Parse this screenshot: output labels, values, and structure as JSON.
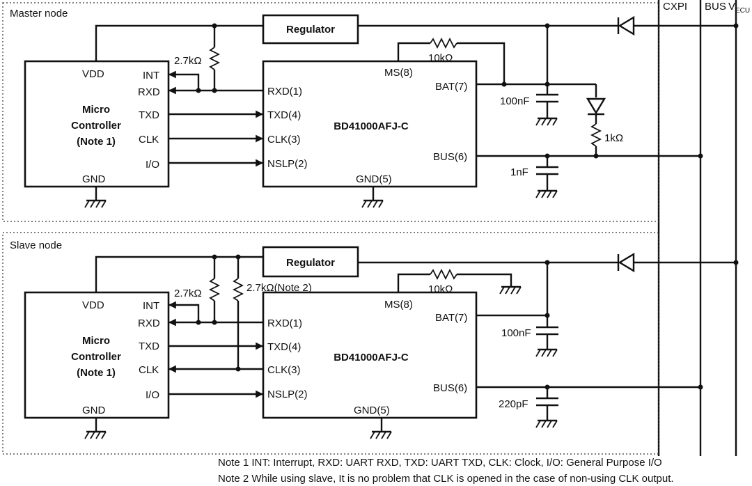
{
  "bus_labels": {
    "cxpi": "CXPI",
    "bus": "BUS",
    "vecu_main": "V",
    "vecu_sub": "ECU"
  },
  "master": {
    "section_label": "Master node",
    "regulator": "Regulator",
    "mcu": {
      "line1": "Micro",
      "line2": "Controller",
      "line3": "(Note 1)",
      "vdd": "VDD",
      "int": "INT",
      "rxd": "RXD",
      "txd": "TXD",
      "clk": "CLK",
      "io": "I/O",
      "gnd": "GND"
    },
    "chip": {
      "name": "BD41000AFJ-C",
      "rxd": "RXD(1)",
      "txd": "TXD(4)",
      "clk": "CLK(3)",
      "nslp": "NSLP(2)",
      "gnd": "GND(5)",
      "ms": "MS(8)",
      "bat": "BAT(7)",
      "bus": "BUS(6)"
    },
    "pullup": "2.7kΩ",
    "ms_res": "10kΩ",
    "bat_cap": "100nF",
    "bus_cap": "1nF",
    "bus_res": "1kΩ"
  },
  "slave": {
    "section_label": "Slave node",
    "regulator": "Regulator",
    "mcu": {
      "line1": "Micro",
      "line2": "Controller",
      "line3": "(Note 1)",
      "vdd": "VDD",
      "int": "INT",
      "rxd": "RXD",
      "txd": "TXD",
      "clk": "CLK",
      "io": "I/O",
      "gnd": "GND"
    },
    "chip": {
      "name": "BD41000AFJ-C",
      "rxd": "RXD(1)",
      "txd": "TXD(4)",
      "clk": "CLK(3)",
      "nslp": "NSLP(2)",
      "gnd": "GND(5)",
      "ms": "MS(8)",
      "bat": "BAT(7)",
      "bus": "BUS(6)"
    },
    "pullup1": "2.7kΩ",
    "pullup2": "2.7kΩ(Note 2)",
    "ms_res": "10kΩ",
    "bat_cap": "100nF",
    "bus_cap": "220pF"
  },
  "notes": {
    "note1": "Note 1 INT: Interrupt, RXD: UART RXD, TXD: UART TXD, CLK: Clock, I/O: General Purpose I/O",
    "note2": "Note 2 While using slave, It is no problem that CLK is opened in the case of non-using CLK output."
  }
}
